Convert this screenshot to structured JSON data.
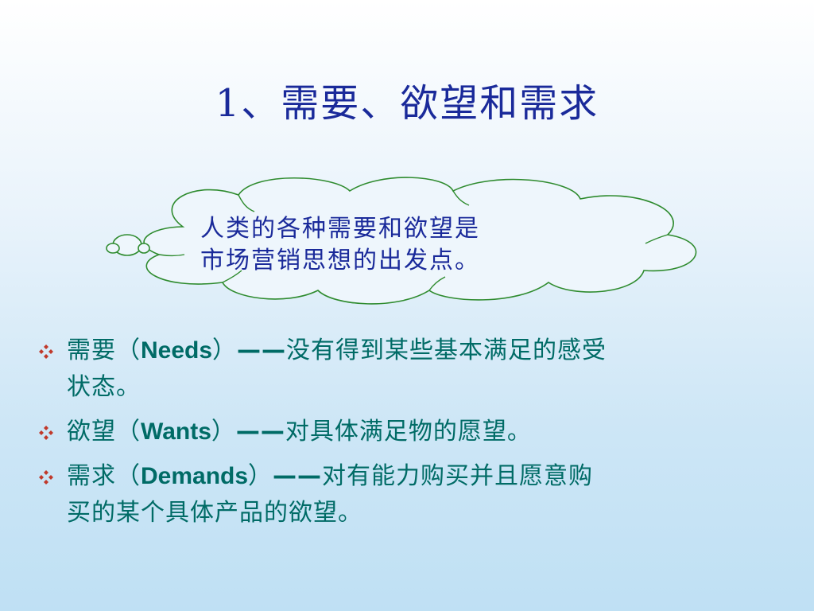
{
  "title": "1、需要、欲望和需求",
  "callout": {
    "line1": "人类的各种需要和欲望是",
    "line2": "市场营销思想的出发点。"
  },
  "bullets": [
    {
      "prefix": "需要（",
      "term": "Needs",
      "suffix": "）",
      "dash": "——",
      "text_line1": "没有得到某些基本满足的感受",
      "text_line2": "状态。"
    },
    {
      "prefix": "欲望（",
      "term": "Wants",
      "suffix": "）",
      "dash": "——",
      "text_line1": "对具体满足物的愿望。"
    },
    {
      "prefix": "需求（",
      "term": "Demands",
      "suffix": "）",
      "dash": "——",
      "text_line1": "对有能力购买并且愿意购",
      "text_line2": "买的某个具体产品的欲望。"
    }
  ],
  "colors": {
    "title": "#1a2a9a",
    "bullet_text": "#006b66",
    "bullet_marker": "#c0392b",
    "cloud_outline": "#2e8b2e",
    "cloud_fill": "#eef6fc"
  },
  "icons": {
    "bullet_marker": "diamond-quad-icon",
    "callout": "thought-cloud-icon"
  }
}
